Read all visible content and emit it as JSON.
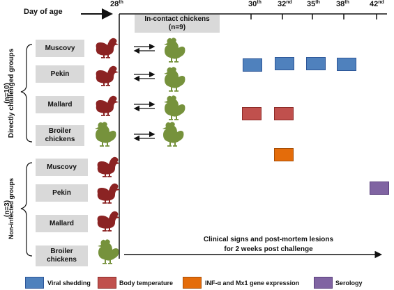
{
  "timeline": {
    "label": "Day of age",
    "days": [
      {
        "num": "28",
        "suf": "th"
      },
      {
        "num": "30",
        "suf": "th"
      },
      {
        "num": "32",
        "suf": "nd"
      },
      {
        "num": "35",
        "suf": "th"
      },
      {
        "num": "38",
        "suf": "th"
      },
      {
        "num": "42",
        "suf": "nd"
      }
    ]
  },
  "contact_box": {
    "line1": "In-contact chickens",
    "line2": "(n=9)"
  },
  "groups": {
    "challenged_title": "Directly challenged groups",
    "challenged_n": "(n=10)",
    "noninfected_title": "Non-infected groups",
    "noninfected_n": "(n=3)",
    "challenged": [
      "Muscovy",
      "Pekin",
      "Mallard",
      "Broiler chickens"
    ],
    "noninfected": [
      "Muscovy",
      "Pekin",
      "Mallard",
      "Broiler chickens"
    ]
  },
  "clinical_note": {
    "line1": "Clinical signs and post-mortem lesions",
    "line2": "for 2 weeks post challenge"
  },
  "legend": [
    {
      "label": "Viral shedding",
      "color": "#4f81bd",
      "border": "#2c5597"
    },
    {
      "label": "Body temperature",
      "color": "#c0504d",
      "border": "#8c2a27"
    },
    {
      "label": "INF-α and Mx1 gene expression",
      "color": "#e46c0a",
      "border": "#a64d05"
    },
    {
      "label": "Serology",
      "color": "#8064a2",
      "border": "#5a3f7d"
    }
  ],
  "colors": {
    "duck": "#8b2323",
    "chicken": "#76923c",
    "box": "#d9d9d9"
  }
}
